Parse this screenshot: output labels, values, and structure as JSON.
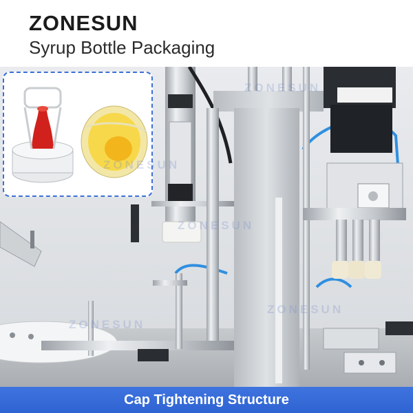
{
  "header": {
    "brand": "ZONESUN",
    "subtitle": "Syrup Bottle Packaging"
  },
  "photo": {
    "watermark": "ZONESUN",
    "subject": "cap-tightening-machine"
  },
  "inset": {
    "items": [
      "red-spout-cap",
      "yellow-cap"
    ]
  },
  "footer": {
    "label": "Cap Tightening Structure"
  },
  "colors": {
    "footer_bar": "#2e63d2",
    "inset_border": "#3a6fd8",
    "text": "#1b1b1b",
    "machine_steel": "#c9ccd0",
    "tubing_blue": "#2f8fe0"
  }
}
